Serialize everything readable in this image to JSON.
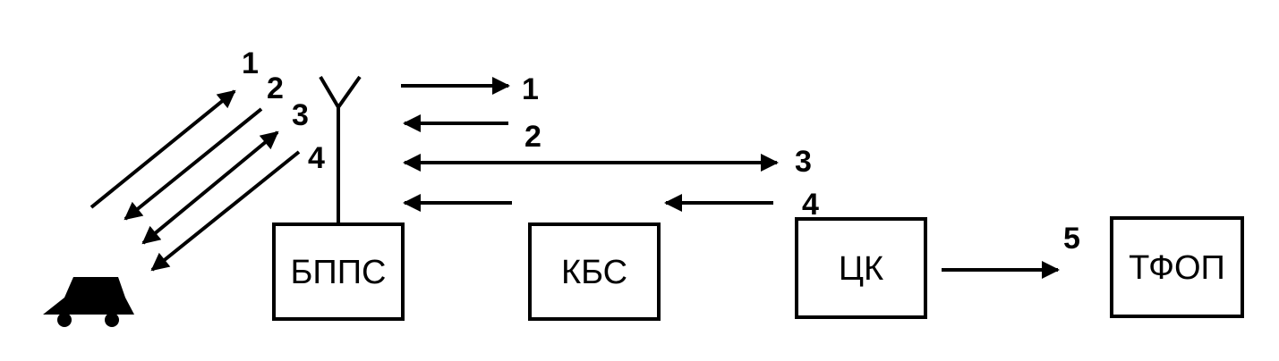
{
  "blocks": {
    "bpps": "БППС",
    "kbs": "КБС",
    "ck": "ЦК",
    "tfop": "ТФОП"
  },
  "diagonal_labels": [
    "1",
    "2",
    "3",
    "4"
  ],
  "horizontal_labels": [
    "1",
    "2",
    "3",
    "4"
  ],
  "link_label": "5",
  "colors": {
    "ink": "#000000",
    "paper": "#ffffff"
  }
}
